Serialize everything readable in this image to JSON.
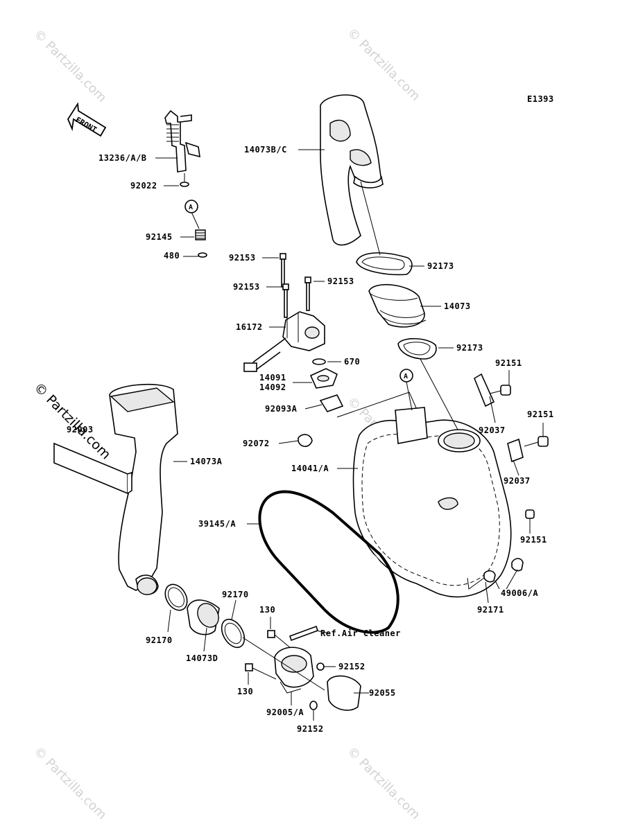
{
  "diagram_code": "E1393",
  "front_label": "FRONT",
  "watermark": "© Partzilla.com",
  "ref_marker": "A",
  "callouts": {
    "p13236": "13236/A/B",
    "p92022": "92022",
    "p92145": "92145",
    "p480": "480",
    "p14073bc": "14073B/C",
    "p92173a": "92173",
    "p92153a": "92153",
    "p92153b": "92153",
    "p92153c": "92153",
    "p14073": "14073",
    "p16172": "16172",
    "p92173b": "92173",
    "p670": "670",
    "p92151a": "92151",
    "p14091": "14091",
    "p14092": "14092",
    "p92093a": "92093A",
    "p92037a": "92037",
    "p92151b": "92151",
    "p92072": "92072",
    "p92003": "92003",
    "p14073a": "14073A",
    "p14041": "14041/A",
    "p92037b": "92037",
    "p39145": "39145/A",
    "p92151c": "92151",
    "p49006": "49006/A",
    "p92171": "92171",
    "p92170a": "92170",
    "p130a": "130",
    "p92170b": "92170",
    "p14073d": "14073D",
    "p92152a": "92152",
    "p130b": "130",
    "p92055": "92055",
    "p92005": "92005/A",
    "p92152b": "92152",
    "ref_air_cleaner": "Ref.Air Cleaner"
  }
}
